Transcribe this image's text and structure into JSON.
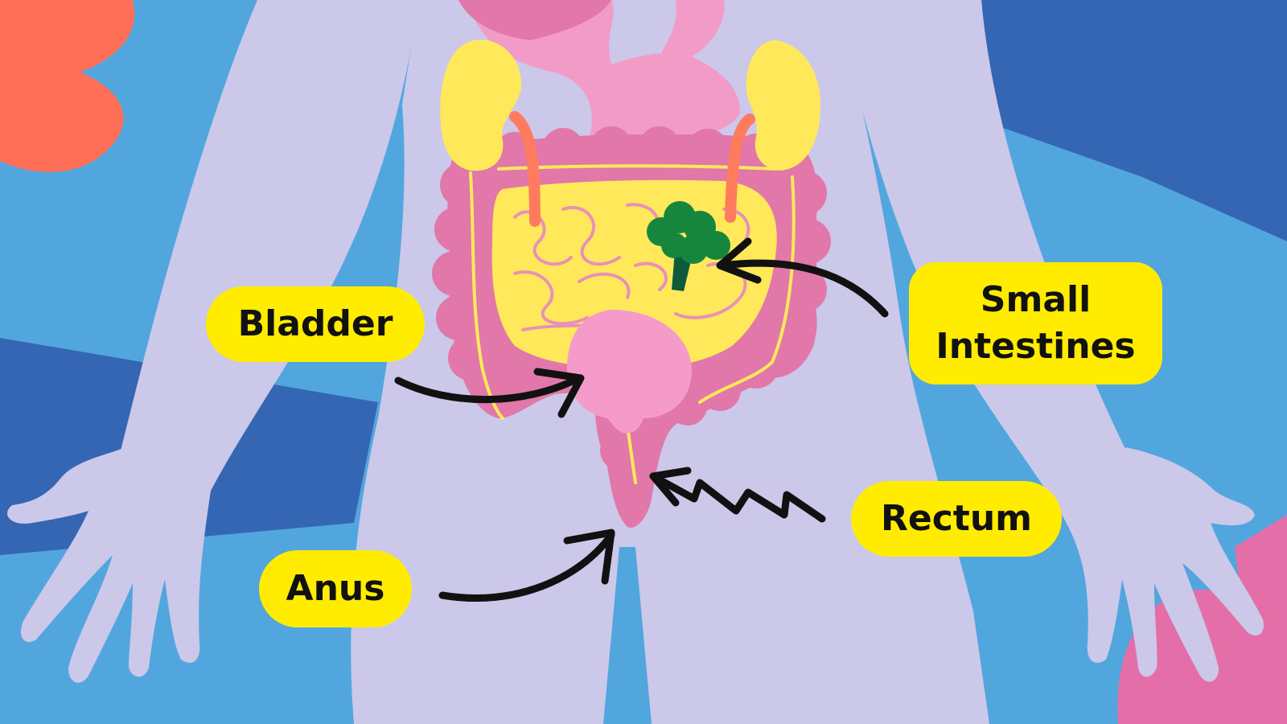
{
  "labels": {
    "bladder": "Bladder",
    "small_intestines_line1": "Small",
    "small_intestines_line2": "Intestines",
    "rectum": "Rectum",
    "anus": "Anus"
  },
  "colors": {
    "background_light_blue": "#52a6de",
    "background_dark_blue": "#3566b4",
    "body": "#cbc8ea",
    "colon": "#e277a9",
    "small_intestine": "#ffe95a",
    "kidney": "#ffe95a",
    "stomach": "#f29bc7",
    "bladder": "#f59bc9",
    "ureter": "#ff7b5e",
    "label_fill": "#ffec00",
    "arrow": "#111111",
    "broccoli": "#16863f",
    "accent_orange": "#ff6f58",
    "accent_pink": "#e46fa8"
  }
}
